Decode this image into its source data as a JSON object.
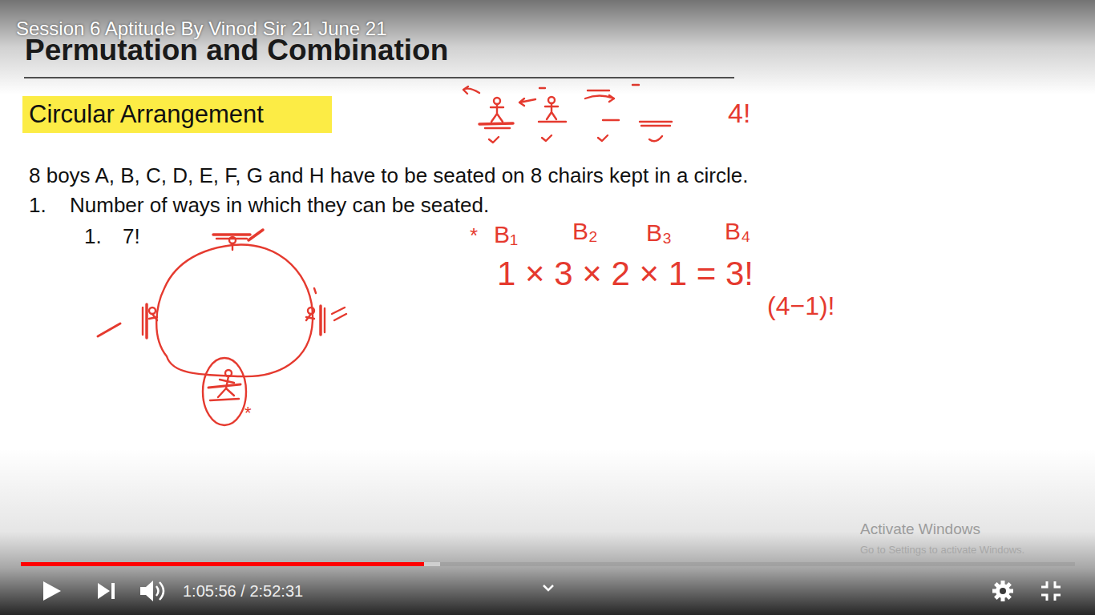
{
  "diagram": {
    "title": "Permutation and Combination",
    "nodes": [
      {
        "text": [
          "Circular Arrangement"
        ]
      }
    ],
    "labels": [
      "Session 6 Aptitude By Vinod Sir 21 June 21",
      "8 boys A, B, C, D, E, F, G and H have to be seated on 8 chairs kept in a circle.",
      "1.",
      "Number of ways in which they can be seated.",
      "1.",
      "7!",
      "4!",
      "*",
      "B₁",
      "B₂",
      "B₃",
      "B₄",
      "1 × 3 × 2 × 1 = 3!",
      "(4−1)!",
      "*",
      "Activate Windows",
      "Go to Settings to activate Windows.",
      "1:05:56 / 2:52:31"
    ]
  }
}
